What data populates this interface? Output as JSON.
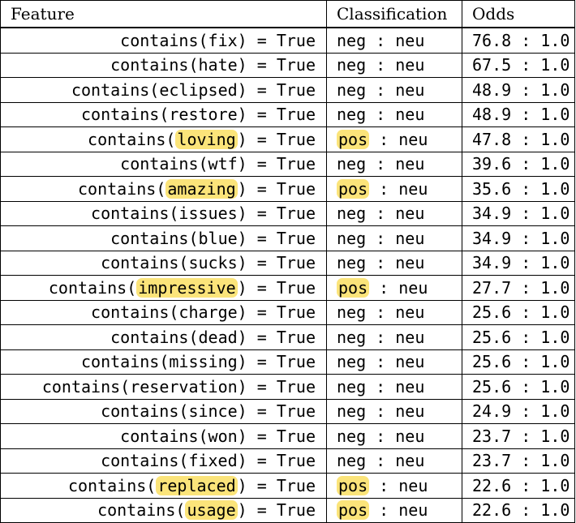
{
  "table": {
    "headers": [
      "Feature",
      "Classification",
      "Odds"
    ],
    "rows": [
      {
        "word": "fix",
        "class_left": "neg",
        "class_right": "neu",
        "odds": "76.8 : 1.0",
        "highlight": false
      },
      {
        "word": "hate",
        "class_left": "neg",
        "class_right": "neu",
        "odds": "67.5 : 1.0",
        "highlight": false
      },
      {
        "word": "eclipsed",
        "class_left": "neg",
        "class_right": "neu",
        "odds": "48.9 : 1.0",
        "highlight": false
      },
      {
        "word": "restore",
        "class_left": "neg",
        "class_right": "neu",
        "odds": "48.9 : 1.0",
        "highlight": false
      },
      {
        "word": "loving",
        "class_left": "pos",
        "class_right": "neu",
        "odds": "47.8 : 1.0",
        "highlight": true
      },
      {
        "word": "wtf",
        "class_left": "neg",
        "class_right": "neu",
        "odds": "39.6 : 1.0",
        "highlight": false
      },
      {
        "word": "amazing",
        "class_left": "pos",
        "class_right": "neu",
        "odds": "35.6 : 1.0",
        "highlight": true
      },
      {
        "word": "issues",
        "class_left": "neg",
        "class_right": "neu",
        "odds": "34.9 : 1.0",
        "highlight": false
      },
      {
        "word": "blue",
        "class_left": "neg",
        "class_right": "neu",
        "odds": "34.9 : 1.0",
        "highlight": false
      },
      {
        "word": "sucks",
        "class_left": "neg",
        "class_right": "neu",
        "odds": "34.9 : 1.0",
        "highlight": false
      },
      {
        "word": "impressive",
        "class_left": "pos",
        "class_right": "neu",
        "odds": "27.7 : 1.0",
        "highlight": true
      },
      {
        "word": "charge",
        "class_left": "neg",
        "class_right": "neu",
        "odds": "25.6 : 1.0",
        "highlight": false
      },
      {
        "word": "dead",
        "class_left": "neg",
        "class_right": "neu",
        "odds": "25.6 : 1.0",
        "highlight": false
      },
      {
        "word": "missing",
        "class_left": "neg",
        "class_right": "neu",
        "odds": "25.6 : 1.0",
        "highlight": false
      },
      {
        "word": "reservation",
        "class_left": "neg",
        "class_right": "neu",
        "odds": "25.6 : 1.0",
        "highlight": false
      },
      {
        "word": "since",
        "class_left": "neg",
        "class_right": "neu",
        "odds": "24.9 : 1.0",
        "highlight": false
      },
      {
        "word": "won",
        "class_left": "neg",
        "class_right": "neu",
        "odds": "23.7 : 1.0",
        "highlight": false
      },
      {
        "word": "fixed",
        "class_left": "neg",
        "class_right": "neu",
        "odds": "23.7 : 1.0",
        "highlight": false
      },
      {
        "word": "replaced",
        "class_left": "pos",
        "class_right": "neu",
        "odds": "22.6 : 1.0",
        "highlight": true
      },
      {
        "word": "usage",
        "class_left": "pos",
        "class_right": "neu",
        "odds": "22.6 : 1.0",
        "highlight": true
      }
    ]
  },
  "strings": {
    "fn_open": "contains(",
    "fn_close": ")",
    "equals_true": " = True",
    "class_separator": " : "
  },
  "colors": {
    "highlight": "#fbe47a"
  }
}
